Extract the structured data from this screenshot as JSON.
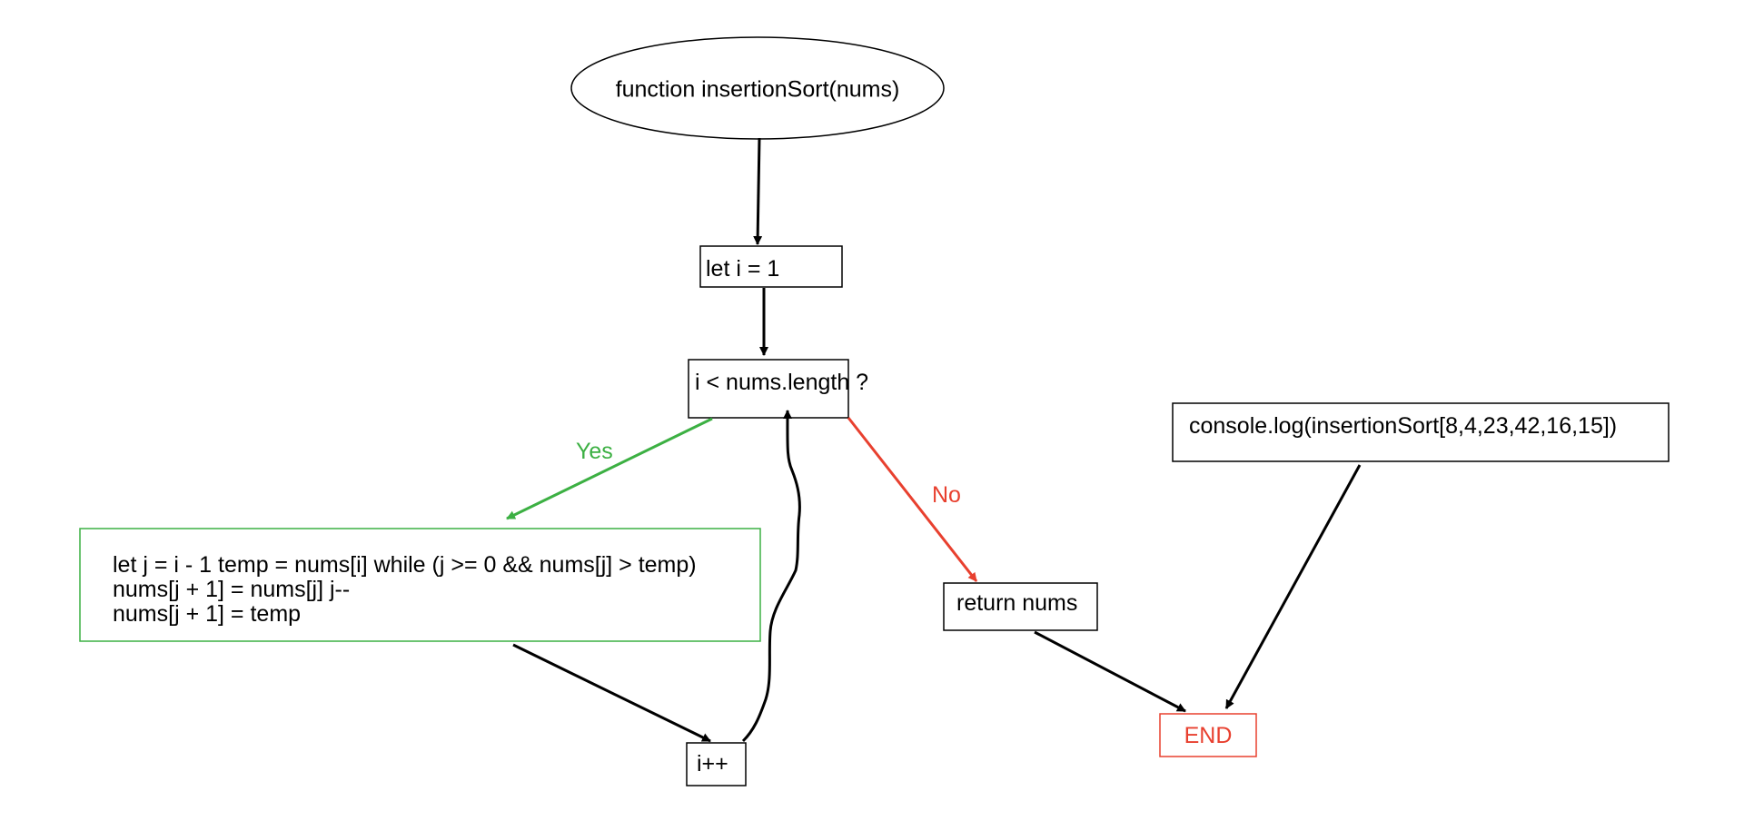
{
  "diagram": {
    "nodes": {
      "start": {
        "label": "function insertionSort(nums)"
      },
      "init": {
        "label": "let i = 1"
      },
      "condition": {
        "label": "i < nums.length ?"
      },
      "body": {
        "lines": [
          "let j = i - 1 temp = nums[i] while (j >= 0 && nums[j] > temp)",
          "nums[j + 1] = nums[j] j--",
          "nums[j + 1] = temp"
        ]
      },
      "increment": {
        "label": "i++"
      },
      "return": {
        "label": "return nums"
      },
      "console": {
        "label": "console.log(insertionSort[8,4,23,42,16,15])"
      },
      "end": {
        "label": "END"
      }
    },
    "edges": {
      "yes_label": "Yes",
      "no_label": "No"
    },
    "colors": {
      "default": "#000000",
      "yes": "#3cb043",
      "no": "#e8402f",
      "end": "#e8402f"
    }
  }
}
